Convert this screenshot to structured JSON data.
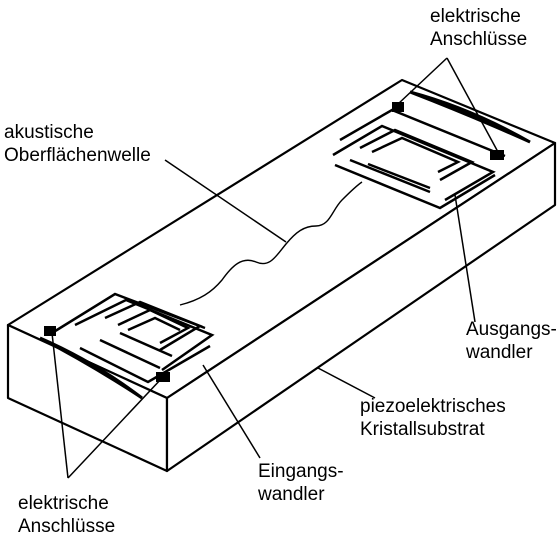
{
  "labels": {
    "akustisch": [
      "akustische",
      "Oberflächenwelle"
    ],
    "anschluesse_top": [
      "elektrische",
      "Anschlüsse"
    ],
    "ausgang": [
      "Ausgangs-",
      "wandler"
    ],
    "substrat": [
      "piezoelektrisches",
      "Kristallsubstrat"
    ],
    "eingang": [
      "Eingangs-",
      "wandler"
    ],
    "anschluesse_bottom": [
      "elektrische",
      "Anschlüsse"
    ]
  },
  "colors": {
    "line": "#000000",
    "background": "#ffffff"
  }
}
